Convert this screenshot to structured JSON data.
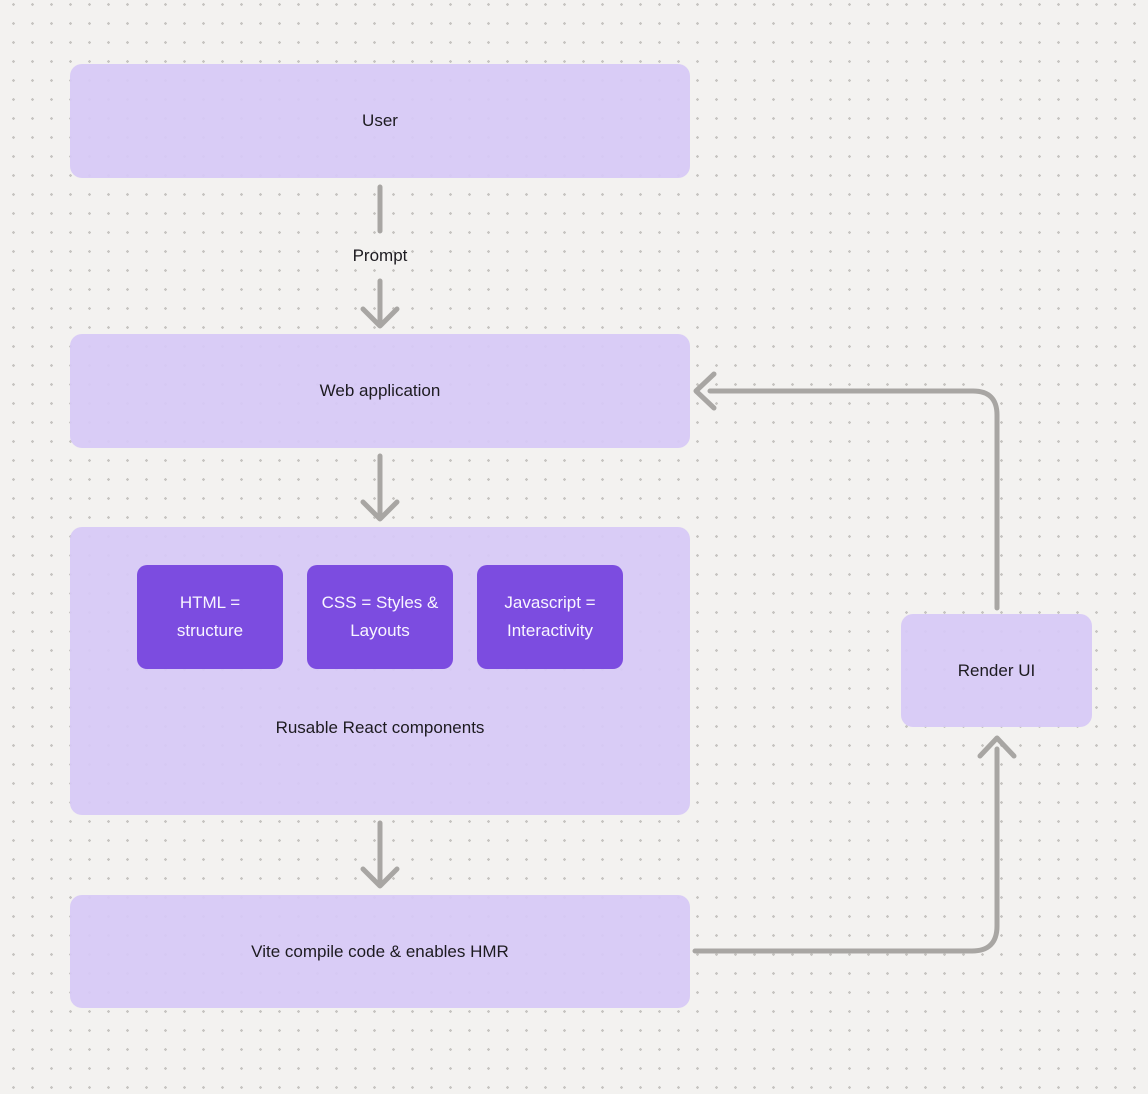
{
  "diagram": {
    "nodes": {
      "user": {
        "label": "User"
      },
      "web_application": {
        "label": "Web application"
      },
      "components": {
        "caption": "Rusable React components",
        "children": [
          {
            "label": "HTML = structure"
          },
          {
            "label": "CSS = Styles & Layouts"
          },
          {
            "label": "Javascript = Interactivity"
          }
        ]
      },
      "vite": {
        "label": "Vite compile code & enables HMR"
      },
      "render_ui": {
        "label": "Render UI"
      }
    },
    "edges": {
      "prompt": {
        "label": "Prompt"
      }
    },
    "colors": {
      "background": "#f3f2f0",
      "dot_grid": "#c7c5c2",
      "node_fill_light": "#d7c9f5",
      "node_fill_dark": "#7c4ce0",
      "connector": "#a8a6a3",
      "text_dark": "#1d1b20",
      "text_light": "#f8f5ff"
    }
  }
}
